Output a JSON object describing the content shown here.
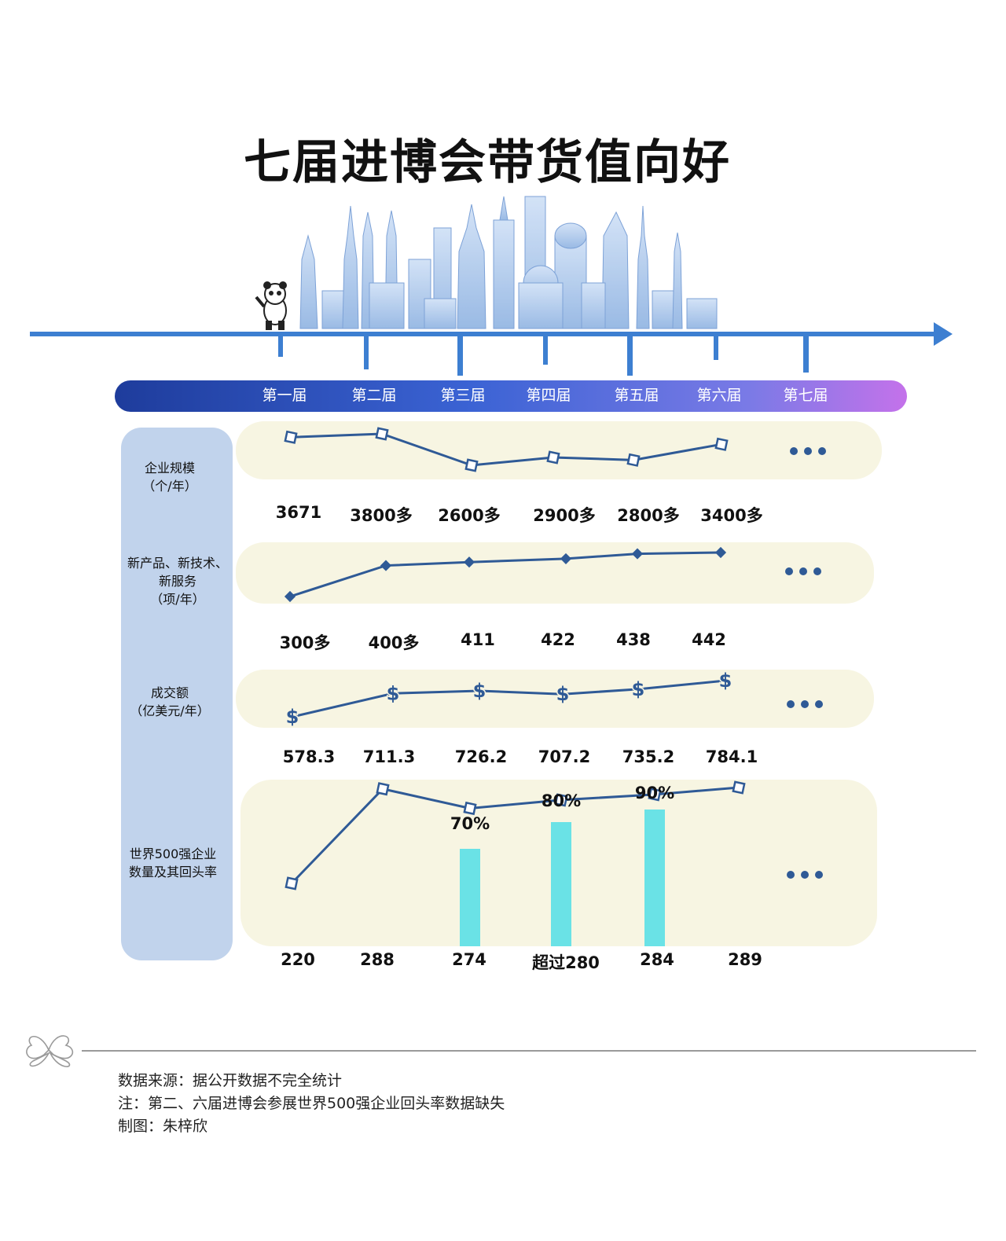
{
  "title": "七届进博会带货值向好",
  "episodes": [
    "第一届",
    "第二届",
    "第三届",
    "第四届",
    "第五届",
    "第六届",
    "第七届"
  ],
  "colors": {
    "timeline": "#3d7fd1",
    "line": "#2f5a96",
    "bar": "#6ae2e6",
    "panel": "#f7f5e2",
    "sidebar": "#c1d3ec"
  },
  "chart_data": [
    {
      "type": "line",
      "label": "企业规模\n（个/年）",
      "categories": [
        "第一届",
        "第二届",
        "第三届",
        "第四届",
        "第五届",
        "第六届"
      ],
      "values": [
        3671,
        3800,
        2600,
        2900,
        2800,
        3400
      ],
      "value_labels": [
        "3671",
        "3800多",
        "2600多",
        "2900多",
        "2800多",
        "3400多"
      ],
      "marker": "hollow-square"
    },
    {
      "type": "line",
      "label": "新产品、新技术、\n新服务\n（项/年）",
      "categories": [
        "第一届",
        "第二届",
        "第三届",
        "第四届",
        "第五届",
        "第六届"
      ],
      "values": [
        300,
        400,
        411,
        422,
        438,
        442
      ],
      "value_labels": [
        "300多",
        "400多",
        "411",
        "422",
        "438",
        "442"
      ],
      "marker": "diamond"
    },
    {
      "type": "line",
      "label": "成交额\n（亿美元/年）",
      "categories": [
        "第一届",
        "第二届",
        "第三届",
        "第四届",
        "第五届",
        "第六届"
      ],
      "values": [
        578.3,
        711.3,
        726.2,
        707.2,
        735.2,
        784.1
      ],
      "value_labels": [
        "578.3",
        "711.3",
        "726.2",
        "707.2",
        "735.2",
        "784.1"
      ],
      "marker": "$"
    },
    {
      "type": "line+bar",
      "label": "世界500强企业\n数量及其回头率",
      "categories": [
        "第一届",
        "第二届",
        "第三届",
        "第四届",
        "第五届",
        "第六届"
      ],
      "values": [
        220,
        288,
        274,
        280,
        284,
        289
      ],
      "value_labels": [
        "220",
        "288",
        "274",
        "超过280",
        "284",
        "289"
      ],
      "return_rate": [
        null,
        null,
        70,
        80,
        90,
        null
      ],
      "return_rate_labels": [
        "",
        "",
        "70%",
        "80%",
        "90%",
        ""
      ],
      "marker": "hollow-square"
    }
  ],
  "more": "•••",
  "footer": {
    "source": "数据来源：据公开数据不完全统计",
    "note": "注：第二、六届进博会参展世界500强企业回头率数据缺失",
    "author": "制图：朱梓欣"
  }
}
